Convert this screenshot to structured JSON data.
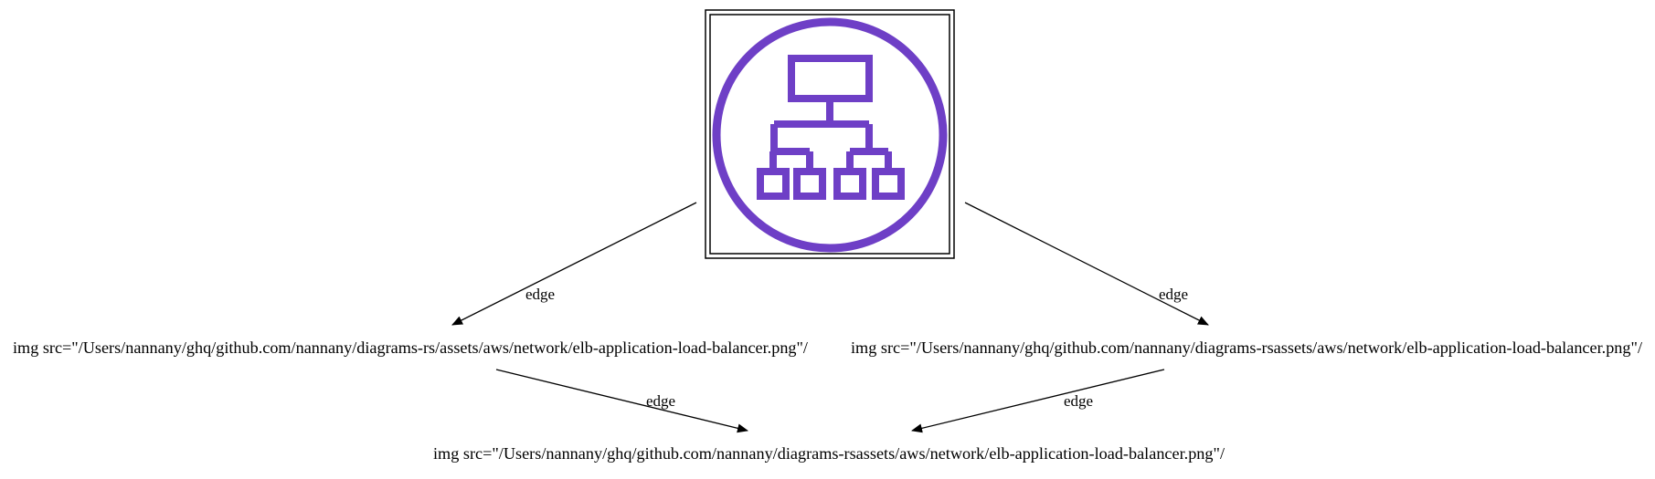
{
  "diagram": {
    "top_node": {
      "icon": "elb-application-load-balancer-icon",
      "icon_color": "#6e3fc6",
      "border_color": "#000000"
    },
    "nodes": [
      {
        "id": "left",
        "label": "img src=\"/Users/nannany/ghq/github.com/nannany/diagrams-rs/assets/aws/network/elb-application-load-balancer.png\"/"
      },
      {
        "id": "right",
        "label": "img src=\"/Users/nannany/ghq/github.com/nannany/diagrams-rsassets/aws/network/elb-application-load-balancer.png\"/"
      },
      {
        "id": "bottom",
        "label": "img src=\"/Users/nannany/ghq/github.com/nannany/diagrams-rsassets/aws/network/elb-application-load-balancer.png\"/"
      }
    ],
    "edges": [
      {
        "from": "top",
        "to": "left",
        "label": "edge"
      },
      {
        "from": "top",
        "to": "right",
        "label": "edge"
      },
      {
        "from": "left",
        "to": "bottom",
        "label": "edge"
      },
      {
        "from": "right",
        "to": "bottom",
        "label": "edge"
      }
    ]
  }
}
